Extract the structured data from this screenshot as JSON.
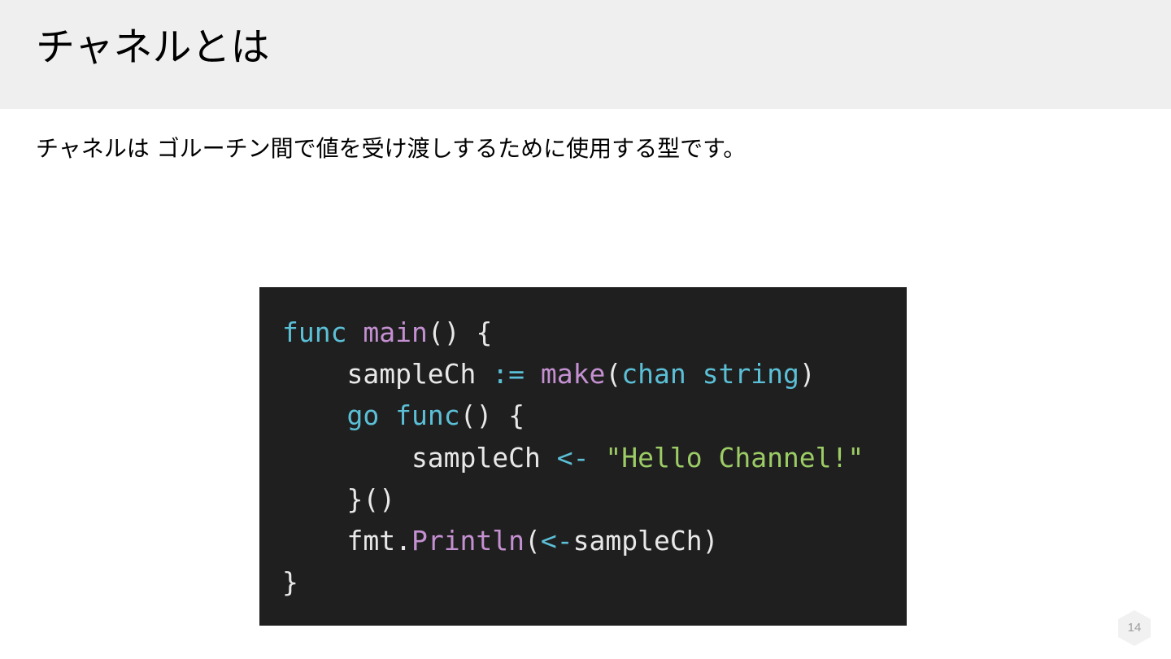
{
  "slide": {
    "title": "チャネルとは",
    "body_text": "チャネルは ゴルーチン間で値を受け渡しするために使用する型です。",
    "page_number": "14"
  },
  "code": {
    "lines": [
      [
        {
          "text": "func",
          "kind": "keyword"
        },
        {
          "text": " ",
          "kind": "plain"
        },
        {
          "text": "main",
          "kind": "function"
        },
        {
          "text": "() {",
          "kind": "plain"
        }
      ],
      [
        {
          "text": "    sampleCh ",
          "kind": "plain"
        },
        {
          "text": ":=",
          "kind": "operator"
        },
        {
          "text": " ",
          "kind": "plain"
        },
        {
          "text": "make",
          "kind": "function"
        },
        {
          "text": "(",
          "kind": "plain"
        },
        {
          "text": "chan",
          "kind": "keyword"
        },
        {
          "text": " ",
          "kind": "plain"
        },
        {
          "text": "string",
          "kind": "keyword"
        },
        {
          "text": ")",
          "kind": "plain"
        }
      ],
      [
        {
          "text": "    ",
          "kind": "plain"
        },
        {
          "text": "go",
          "kind": "keyword"
        },
        {
          "text": " ",
          "kind": "plain"
        },
        {
          "text": "func",
          "kind": "keyword"
        },
        {
          "text": "() {",
          "kind": "plain"
        }
      ],
      [
        {
          "text": "        sampleCh ",
          "kind": "plain"
        },
        {
          "text": "<-",
          "kind": "operator"
        },
        {
          "text": " ",
          "kind": "plain"
        },
        {
          "text": "\"Hello Channel!\"",
          "kind": "string"
        }
      ],
      [
        {
          "text": "    }()",
          "kind": "plain"
        }
      ],
      [
        {
          "text": "    fmt.",
          "kind": "plain"
        },
        {
          "text": "Println",
          "kind": "function"
        },
        {
          "text": "(",
          "kind": "plain"
        },
        {
          "text": "<-",
          "kind": "operator"
        },
        {
          "text": "sampleCh)",
          "kind": "plain"
        }
      ],
      [
        {
          "text": "}",
          "kind": "plain"
        }
      ]
    ]
  },
  "colors": {
    "header_background": "#efefef",
    "code_background": "#1f1f1f",
    "code_plain": "#e8e8e8",
    "code_keyword": "#5bbfd6",
    "code_function": "#c490d1",
    "code_string": "#9ccc65",
    "page_number": "#9e9e9e"
  }
}
